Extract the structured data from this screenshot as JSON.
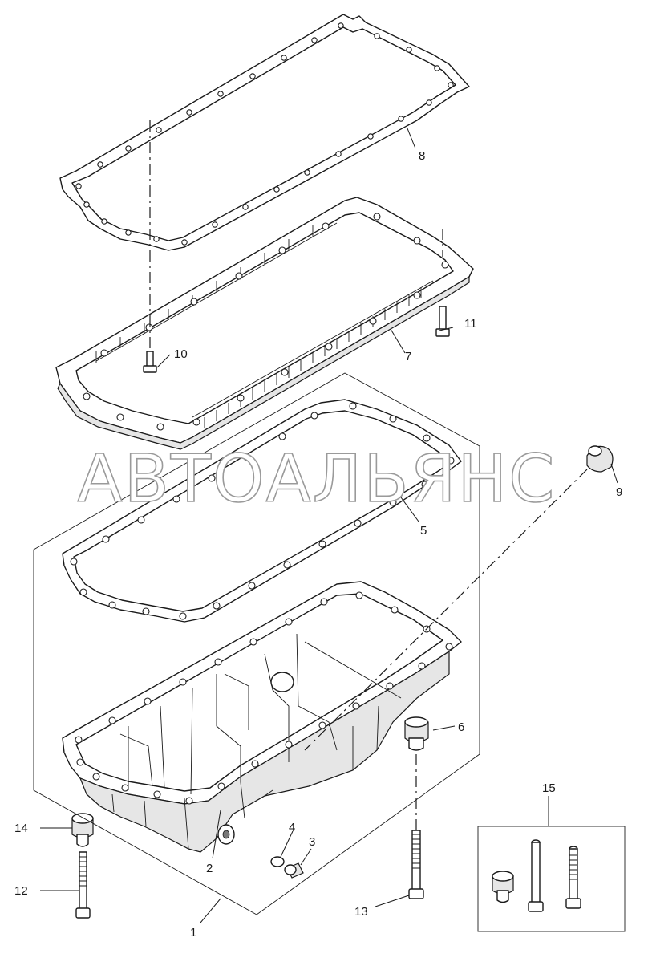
{
  "watermark": "АВТОАЛЬЯНС",
  "callouts": {
    "c1": "1",
    "c2": "2",
    "c3": "3",
    "c4": "4",
    "c5": "5",
    "c6": "6",
    "c7": "7",
    "c8": "8",
    "c9": "9",
    "c10": "10",
    "c11": "11",
    "c12": "12",
    "c13": "13",
    "c14": "14",
    "c15": "15"
  }
}
